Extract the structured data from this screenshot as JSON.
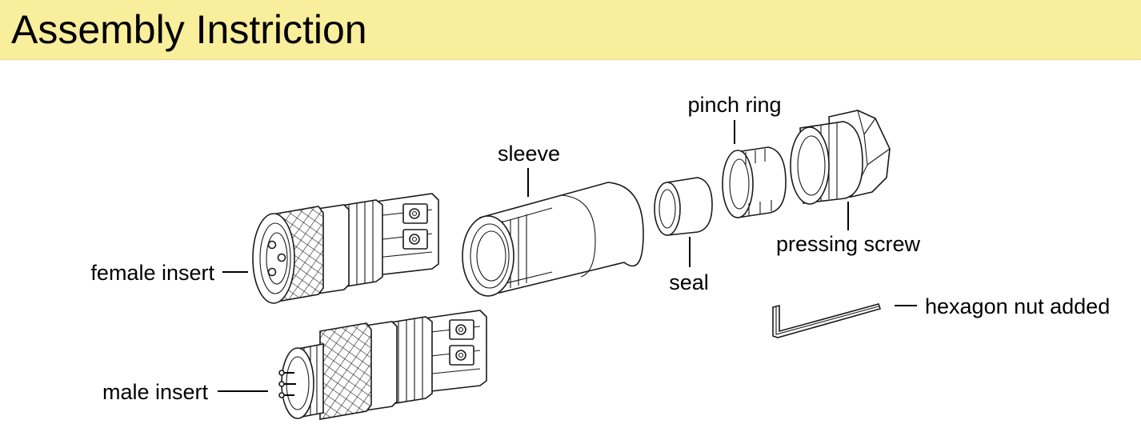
{
  "title": "Assembly Instriction",
  "colors": {
    "title_background": "#f8ee9c"
  },
  "labels": {
    "sleeve": "sleeve",
    "pinch_ring": "pinch ring",
    "pressing_screw": "pressing screw",
    "seal": "seal",
    "female_insert": "female insert",
    "male_insert": "male insert",
    "hexagon_nut": "hexagon nut added"
  }
}
